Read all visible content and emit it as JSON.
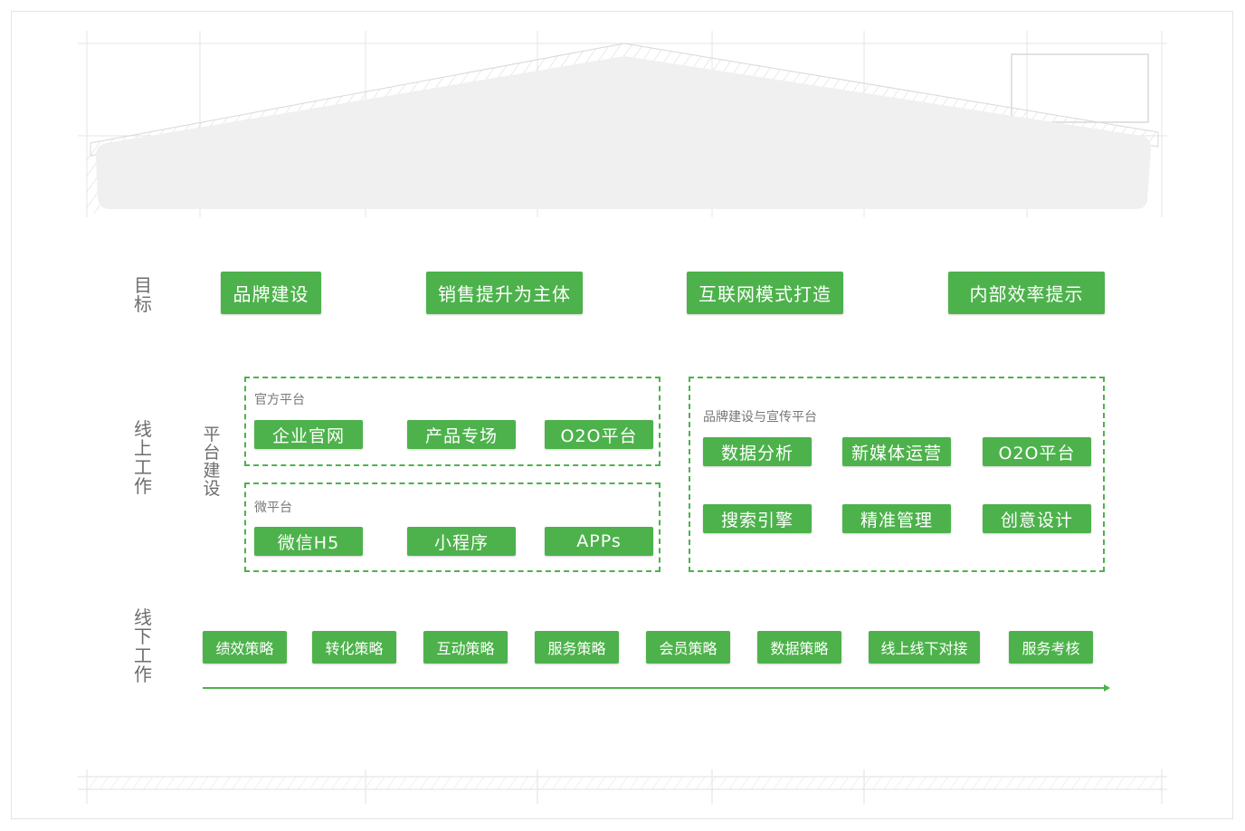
{
  "rows": {
    "goal": "目标",
    "online": "线上工作",
    "platform": "平台建设",
    "offline": "线下工作"
  },
  "goals": [
    "品牌建设",
    "销售提升为主体",
    "互联网模式打造",
    "内部效率提示"
  ],
  "online": {
    "official": {
      "title": "官方平台",
      "items": [
        "企业官网",
        "产品专场",
        "O2O平台"
      ]
    },
    "micro": {
      "title": "微平台",
      "items": [
        "微信H5",
        "小程序",
        "APPs"
      ]
    },
    "brand": {
      "title": "品牌建设与宣传平台",
      "items": [
        "数据分析",
        "新媒体运营",
        "O2O平台",
        "搜索引擎",
        "精准管理",
        "创意设计"
      ]
    }
  },
  "offline": [
    "绩效策略",
    "转化策略",
    "互动策略",
    "服务策略",
    "会员策略",
    "数据策略",
    "线上线下对接",
    "服务考核"
  ],
  "colors": {
    "accent": "#4db24b",
    "label": "#6d6d6d",
    "sketch": "#d6d6d6",
    "roof_fill": "#f0f0f0"
  }
}
